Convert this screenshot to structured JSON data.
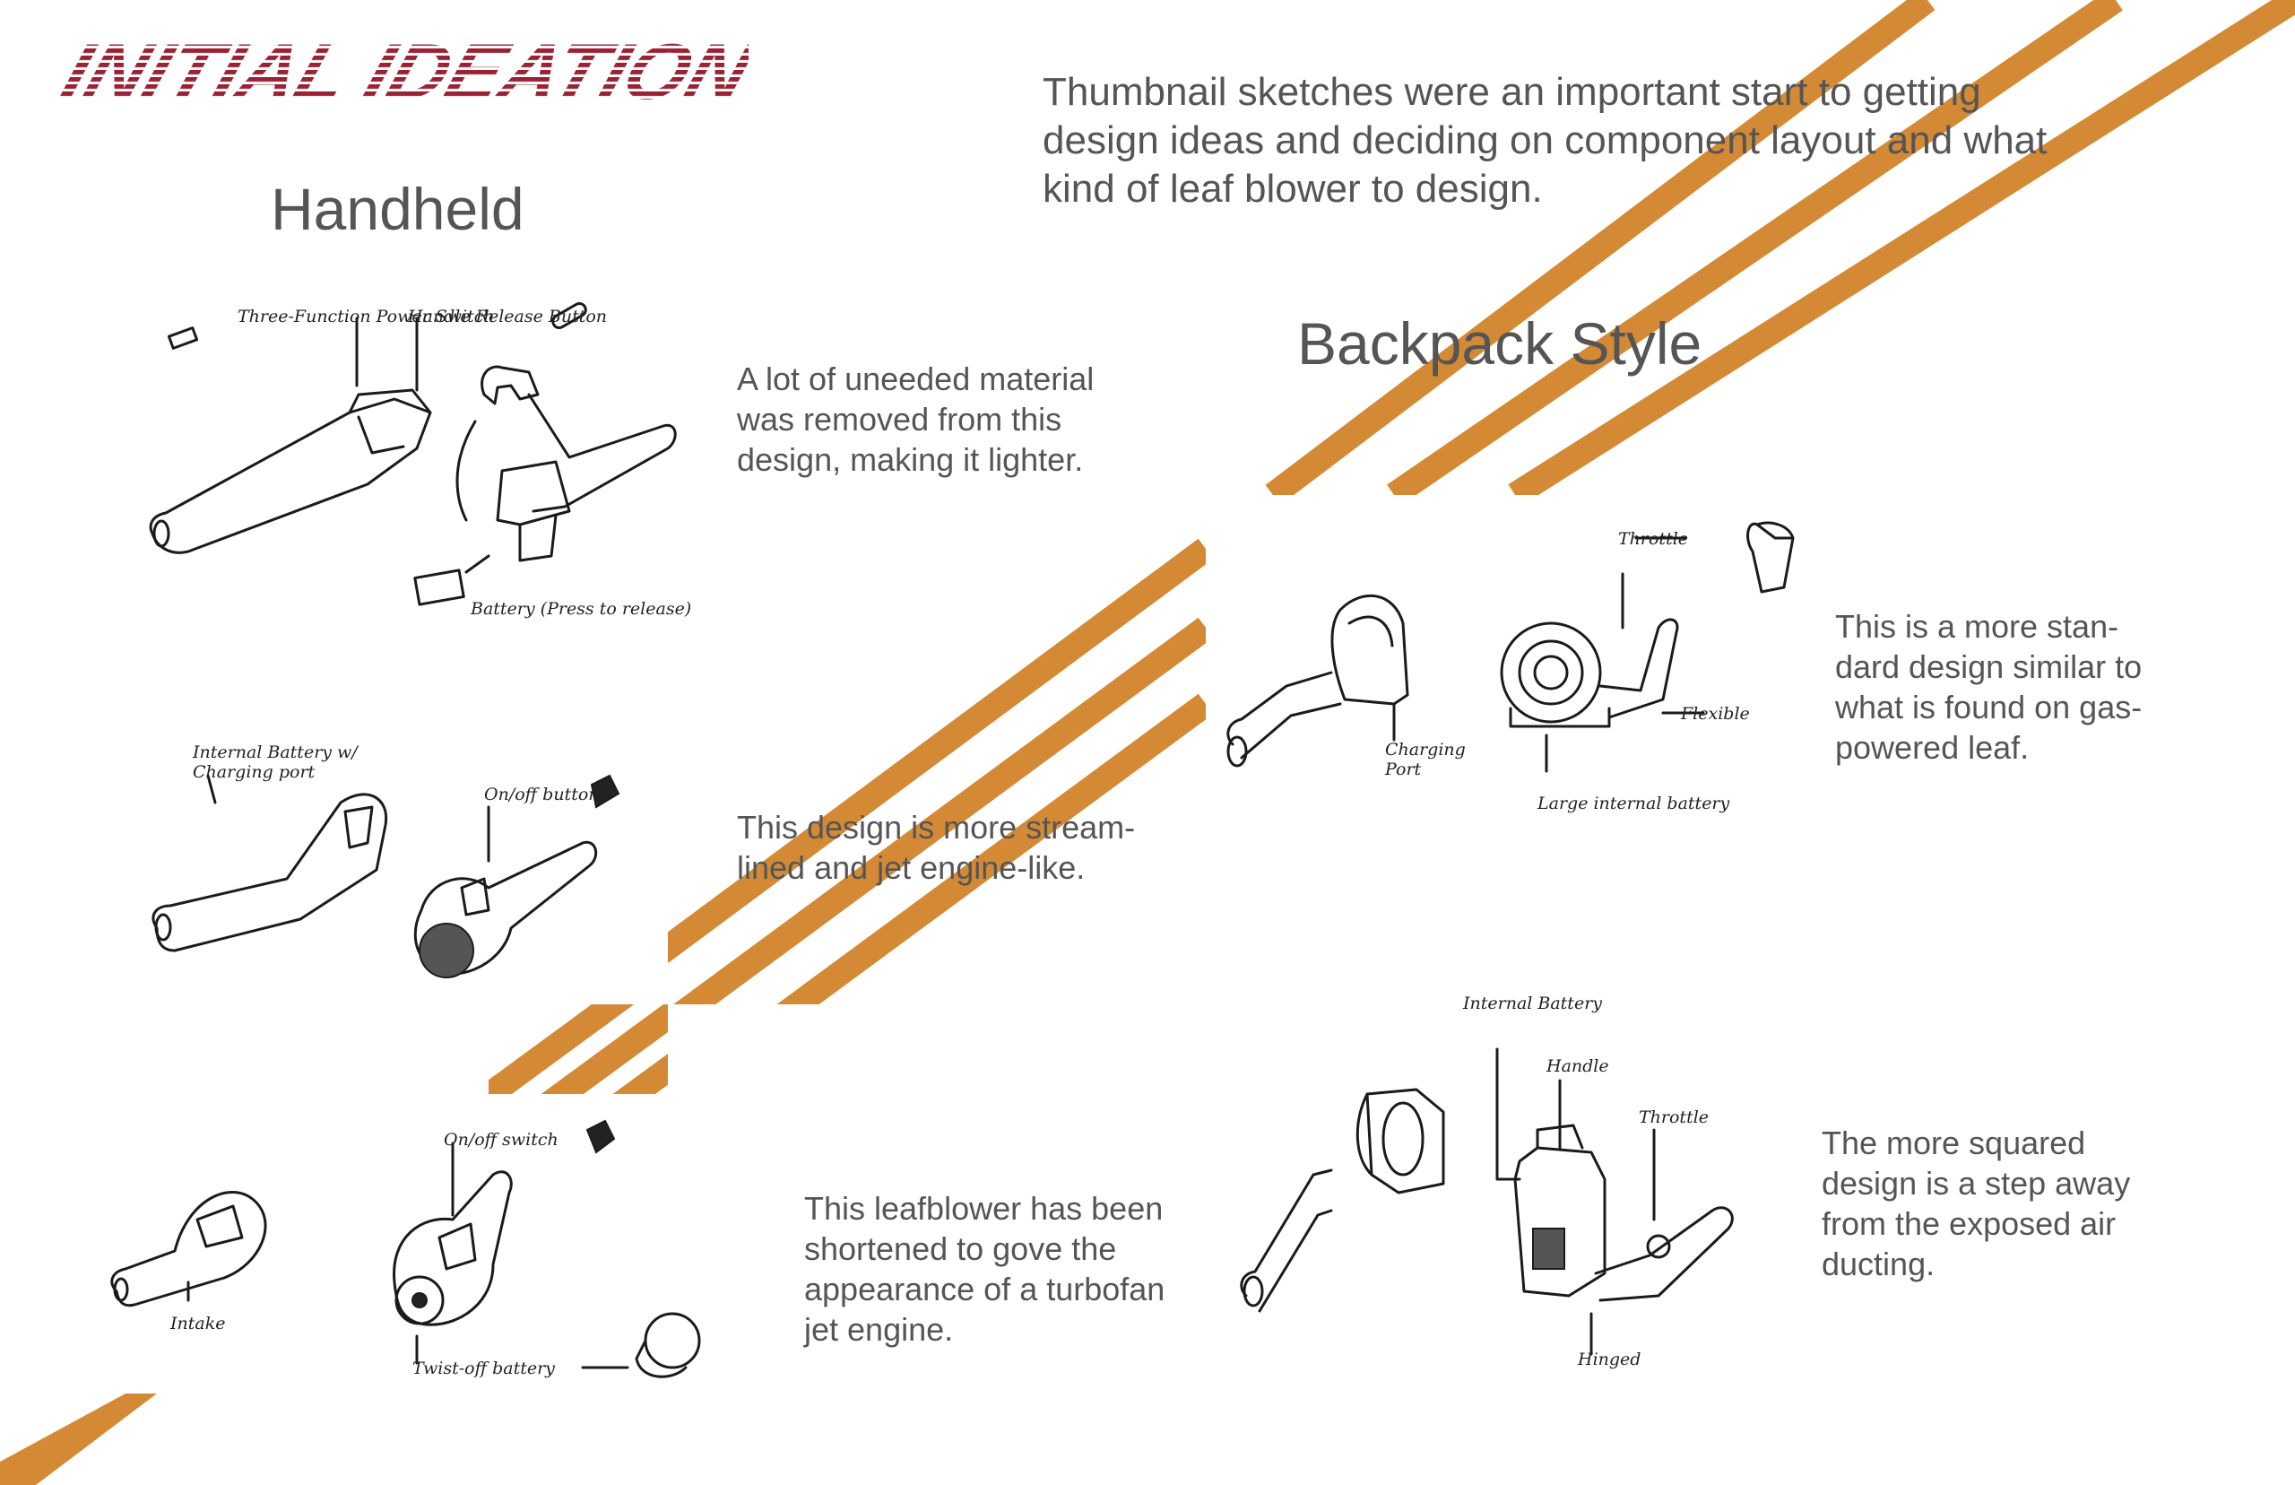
{
  "page": {
    "title": "INITIAL IDEATION",
    "intro": "Thumbnail sketches were an important start to getting design ideas and deciding on component layout and what kind of leaf blower to design.",
    "accent_color": "#d48a35",
    "title_color": "#9b2233"
  },
  "handheld": {
    "heading": "Handheld",
    "designs": [
      {
        "caption": "A lot of uneeded material was removed from this design, making it lighter.",
        "notes": [
          "Three-Function Power Switch",
          "Handle Release Button",
          "Battery (Press to release)"
        ]
      },
      {
        "caption": "This design is more stream-lined and jet engine-like.",
        "notes": [
          "Internal Battery w/ Charging port",
          "On/off button"
        ]
      },
      {
        "caption": "This leafblower has been shortened to gove the appearance of a turbofan jet engine.",
        "notes": [
          "On/off switch",
          "Intake",
          "Twist-off battery"
        ]
      }
    ]
  },
  "backpack": {
    "heading": "Backpack Style",
    "designs": [
      {
        "caption": "This is a more stan-dard design similar to what is found on gas-powered leaf.",
        "notes": [
          "Throttle",
          "Charging Port",
          "Flexible",
          "Large internal battery"
        ]
      },
      {
        "caption": "The more squared design is a step away from the exposed air ducting.",
        "notes": [
          "Internal Battery",
          "Handle",
          "Throttle",
          "Hinged"
        ]
      }
    ]
  }
}
